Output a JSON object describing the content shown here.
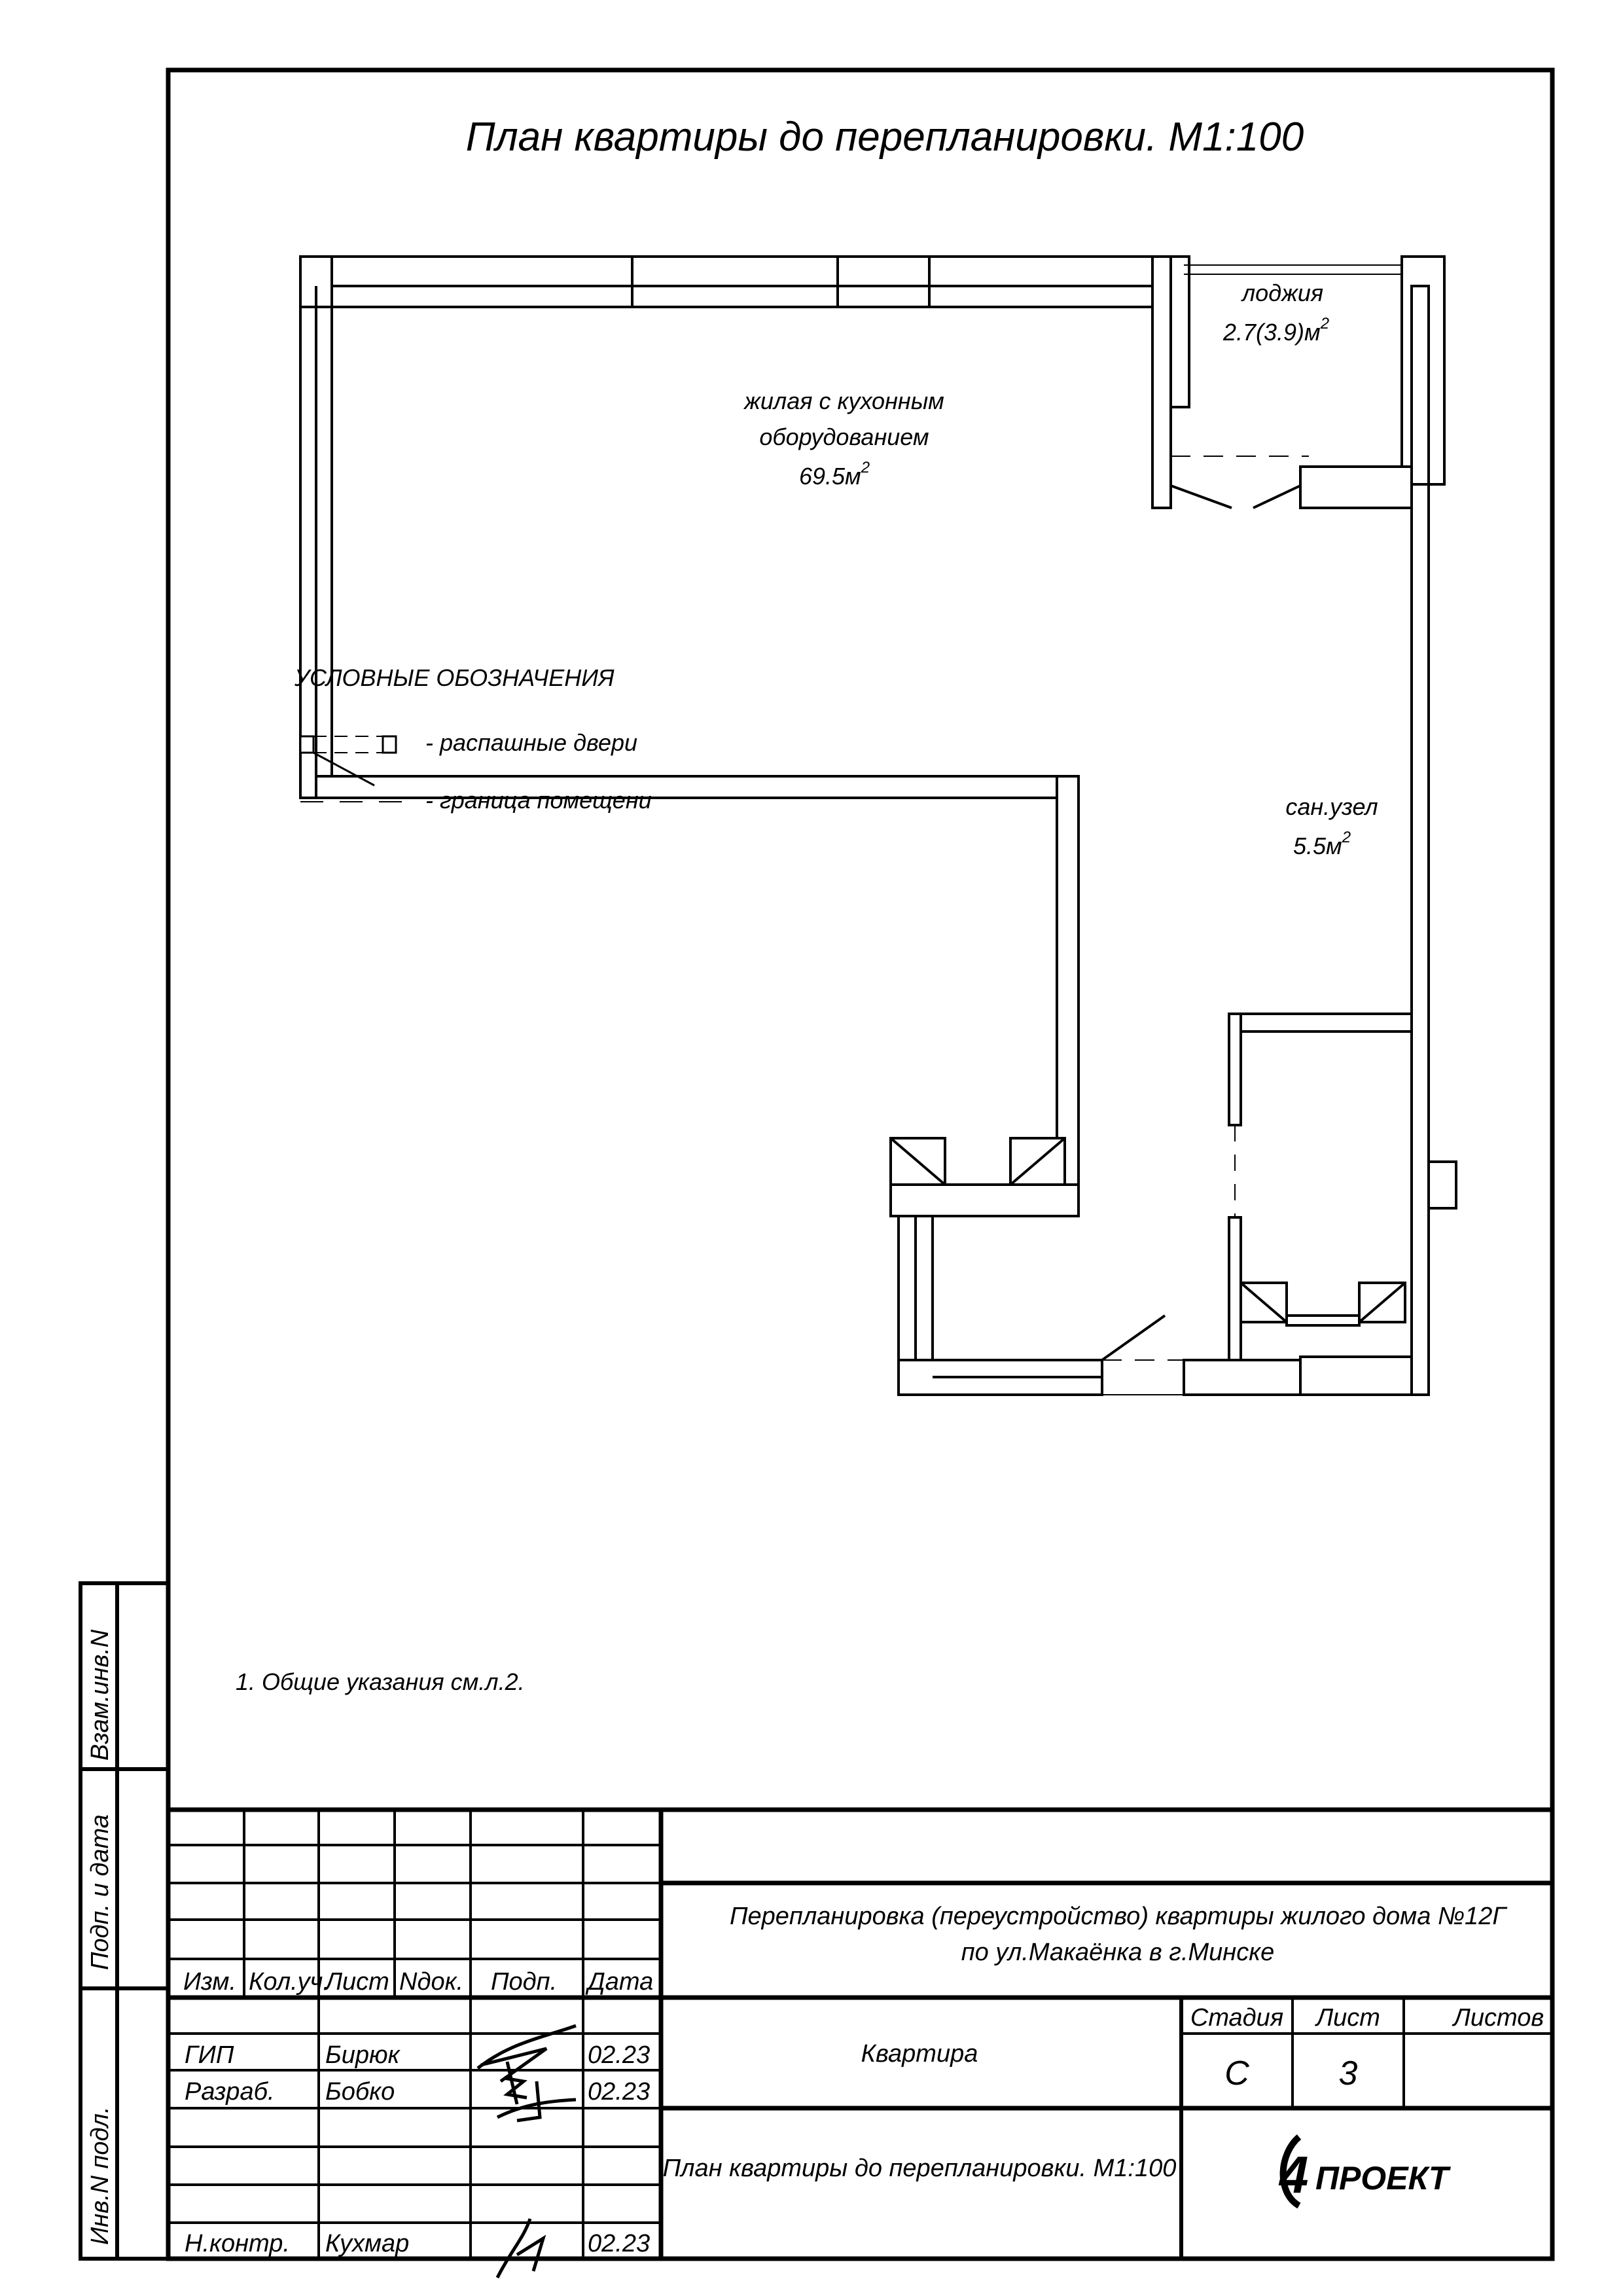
{
  "sheet_title": "План квартиры до перепланировки. М1:100",
  "rooms": [
    {
      "name_lines": [
        "жилая с кухонным",
        "оборудованием"
      ],
      "area": "69.5м",
      "sup": "2"
    },
    {
      "name_lines": [
        "лоджия"
      ],
      "area": "2.7(3.9)м",
      "sup": "2"
    },
    {
      "name_lines": [
        "сан.узел"
      ],
      "area": "5.5м",
      "sup": "2"
    }
  ],
  "legend": {
    "title": "УСЛОВНЫЕ ОБОЗНАЧЕНИЯ",
    "items": [
      "- распашные двери",
      "- граница помещени"
    ]
  },
  "notes": "1. Общие указания см.л.2.",
  "side_strip": [
    "Взам.инв.N",
    "Подп. и дата",
    "Инв.N подл."
  ],
  "title_block": {
    "headers": [
      "Изм.",
      "Кол.уч.",
      "Лист",
      "Nдок.",
      "Подп.",
      "Дата"
    ],
    "rows": [
      {
        "role": "ГИП",
        "name": "Бирюк",
        "date": "02.23"
      },
      {
        "role": "Разраб.",
        "name": "Бобко",
        "date": "02.23"
      },
      {
        "role": "Н.контр.",
        "name": "Кухмар",
        "date": "02.23"
      }
    ],
    "project_lines": [
      "Перепланировка (переустройство) квартиры жилого дома №12Г",
      "по ул.Макаёнка в г.Минске"
    ],
    "object": "Квартира",
    "stage_header": "Стадия",
    "sheet_header": "Лист",
    "sheets_header": "Листов",
    "stage": "С",
    "sheet": "3",
    "sheets": "",
    "drawing_title": "План квартиры до перепланировки. М1:100",
    "logo_text": "АПРОЕКТ"
  }
}
